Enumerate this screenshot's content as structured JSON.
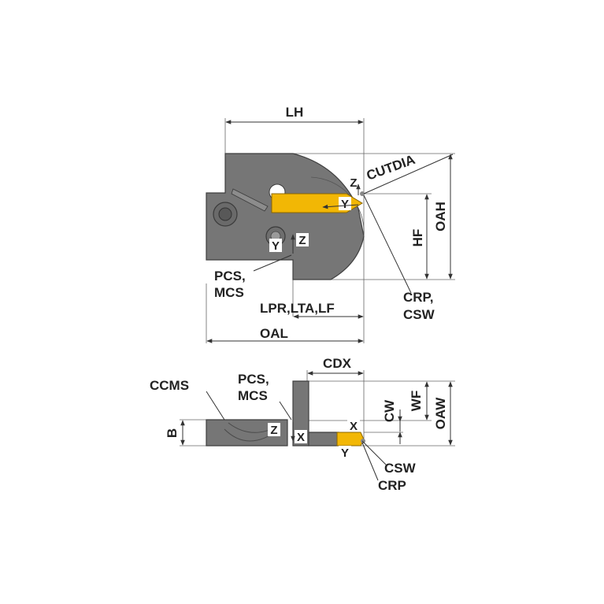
{
  "labels": {
    "lh": "LH",
    "cutdia": "CUTDIA",
    "oah": "OAH",
    "hf": "HF",
    "pcs_mcs_top_1": "PCS,",
    "pcs_mcs_top_2": "MCS",
    "crp_csw_1": "CRP,",
    "crp_csw_2": "CSW",
    "lpr_lta_lf": "LPR,LTA,LF",
    "oal": "OAL",
    "cdx": "CDX",
    "ccms": "CCMS",
    "pcs_mcs_bottom_1": "PCS,",
    "pcs_mcs_bottom_2": "MCS",
    "b": "B",
    "cw": "CW",
    "wf": "WF",
    "oaw": "OAW",
    "csw": "CSW",
    "crp": "CRP"
  },
  "axes": {
    "top_insert_z": "Z",
    "top_insert_y": "Y",
    "top_body_y": "Y",
    "top_body_z": "Z",
    "bottom_body_z": "Z",
    "bottom_body_x": "X",
    "bottom_insert_x": "X",
    "bottom_insert_y": "Y"
  },
  "colors": {
    "body": "#767676",
    "insert": "#f2b705",
    "line": "#333333"
  }
}
